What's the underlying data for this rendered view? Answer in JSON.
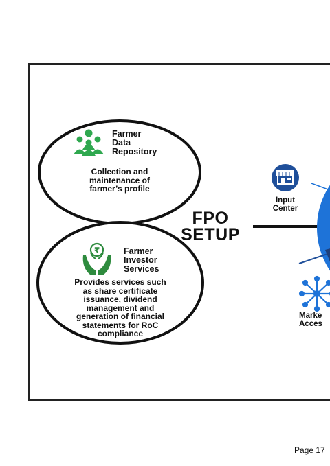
{
  "colors": {
    "farmer_icon_green": "#2fa84f",
    "investor_icon_green": "#2e8b3e",
    "blue_node": "#1f4f9a",
    "bright_blue": "#1e73d8",
    "frame_border": "#222222"
  },
  "center": {
    "title": "FPO\nSETUP"
  },
  "farmer_data_repository": {
    "icon": "people-group-icon",
    "title_line1": "Farmer",
    "title_line2": "Data",
    "title_line3": "Repository",
    "description": "Collection and\nmaintenance of\nfarmer’s profile"
  },
  "farmer_investor_services": {
    "icon": "rupee-hands-icon",
    "title_line1": "Farmer",
    "title_line2": "Investor",
    "title_line3": "Services",
    "description": "Provides services such\nas share certificate\nissuance, dividend\nmanagement and\ngeneration of financial\nstatements for RoC\ncompliance"
  },
  "input_center": {
    "icon": "storefront-icon",
    "label": "Input\nCenter"
  },
  "market_access": {
    "icon": "network-node-icon",
    "label": "Marke\nAcces"
  },
  "footer": {
    "page": "Page 17"
  }
}
